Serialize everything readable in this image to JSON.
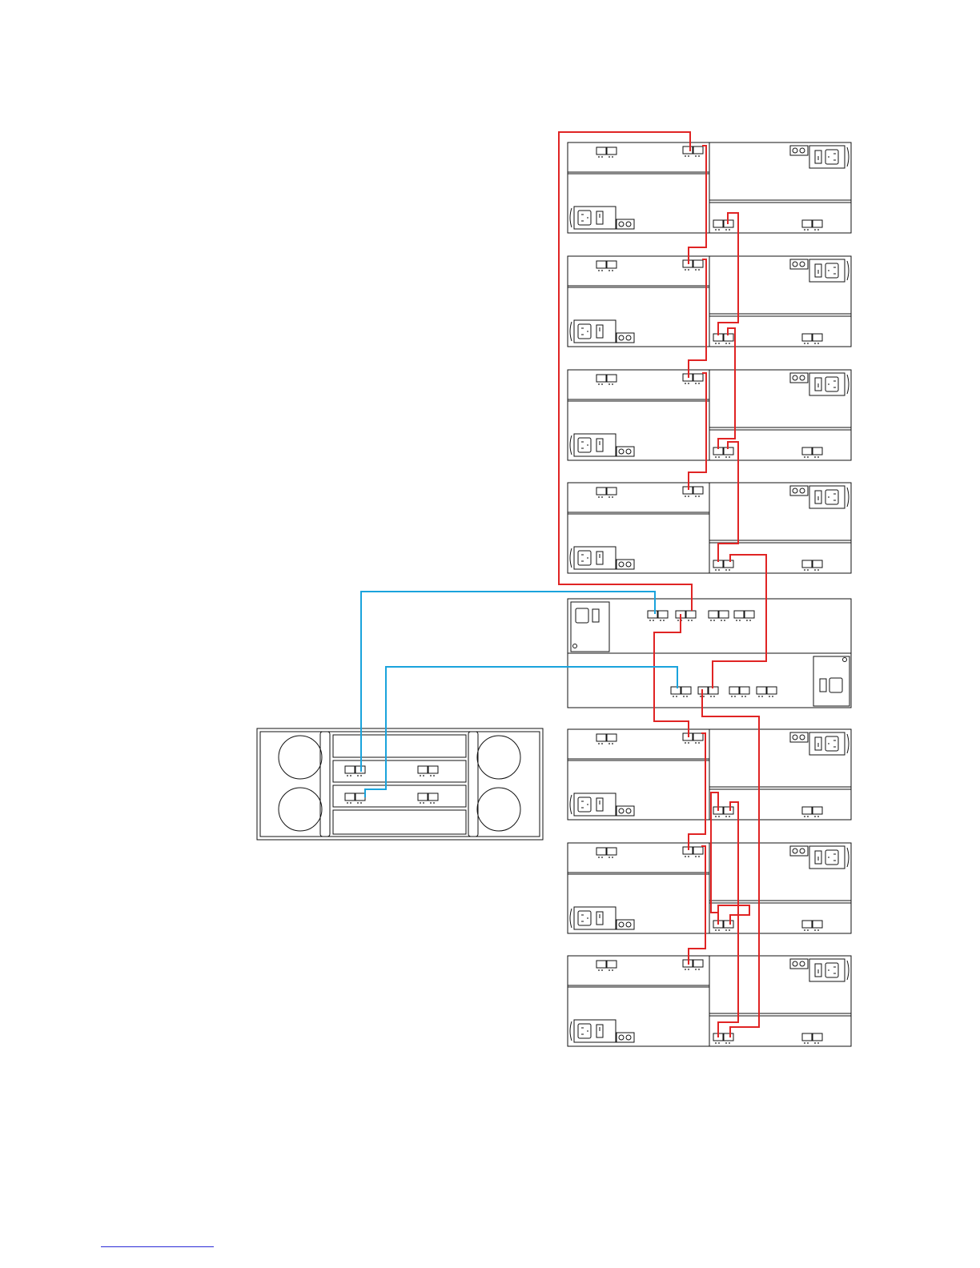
{
  "diagram": {
    "kind": "storage-cabling",
    "enclosures_above_controller": 4,
    "enclosures_below_controller": 3,
    "colors": {
      "outline": "#111111",
      "expansion_cable": "#e02424",
      "host_cable": "#1aa3dc",
      "footer_rule": "#2b2bd6",
      "background": "#ffffff"
    },
    "icons": [
      "power-inlet-icon",
      "power-switch-icon",
      "sas-port-icon",
      "fan-icon",
      "led-icon"
    ]
  }
}
